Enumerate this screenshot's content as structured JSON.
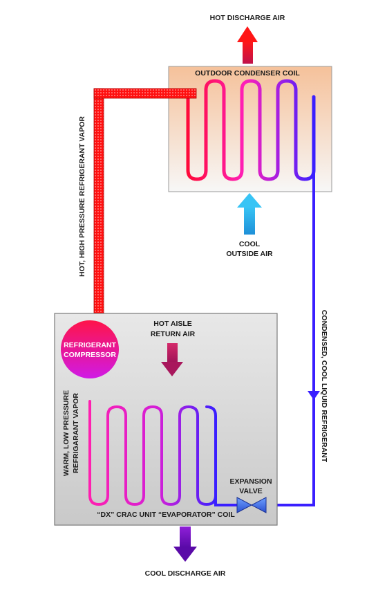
{
  "labels": {
    "hot_discharge_air": "HOT DISCHARGE AIR",
    "outdoor_condenser_coil": "OUTDOOR CONDENSER COIL",
    "cool_outside_air_1": "COOL",
    "cool_outside_air_2": "OUTSIDE AIR",
    "hot_high_pressure_vapor": "HOT, HIGH PRESSURE REFRIGERANT VAPOR",
    "condensed_cool_liquid": "CONDENSED, COOL LIQUID REFRIGERANT",
    "compressor_1": "REFRIGERANT",
    "compressor_2": "COMPRESSOR",
    "hot_aisle_1": "HOT AISLE",
    "hot_aisle_2": "RETURN AIR",
    "warm_low_pressure_1": "WARM, LOW PRESSURE",
    "warm_low_pressure_2": "REFRIGARANT VAPOR",
    "expansion_1": "EXPANSION",
    "expansion_2": "VALVE",
    "evaporator_coil": "“DX” CRAC UNIT “EVAPORATOR” COIL",
    "cool_discharge_air": "COOL DISCHARGE AIR"
  },
  "colors": {
    "hot": "#ff0000",
    "magenta": "#ff1fb0",
    "cool": "#3a1fff",
    "condenser_box_top": "#f7c9a3",
    "evaporator_box": "#d6d6d6",
    "cool_air_arrow": "#1fa7e6",
    "return_air_arrow": "#c41f5e",
    "cool_discharge_arrow": "#6e12c4",
    "compressor": "#f0137a"
  }
}
